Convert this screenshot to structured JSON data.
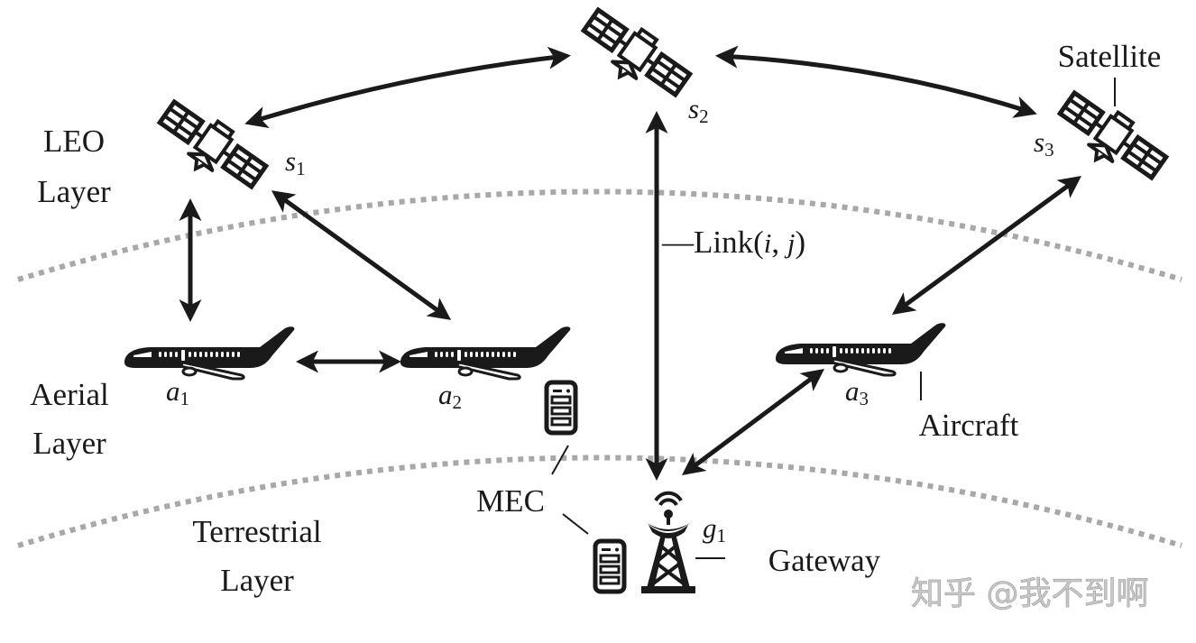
{
  "layers": {
    "leo": [
      "LEO",
      "Layer"
    ],
    "aerial": [
      "Aerial",
      "Layer"
    ],
    "terrestrial": [
      "Terrestrial",
      "Layer"
    ]
  },
  "nodes": {
    "satellites": [
      {
        "id": "s1",
        "symbol": "s",
        "sub": "1"
      },
      {
        "id": "s2",
        "symbol": "s",
        "sub": "2"
      },
      {
        "id": "s3",
        "symbol": "s",
        "sub": "3"
      }
    ],
    "aircraft": [
      {
        "id": "a1",
        "symbol": "a",
        "sub": "1"
      },
      {
        "id": "a2",
        "symbol": "a",
        "sub": "2"
      },
      {
        "id": "a3",
        "symbol": "a",
        "sub": "3"
      }
    ],
    "gateways": [
      {
        "id": "g1",
        "symbol": "g",
        "sub": "1"
      }
    ]
  },
  "annotations": {
    "satellite": "Satellite",
    "aircraft": "Aircraft",
    "mec": "MEC",
    "gateway": "Gateway",
    "link_prefix": "—Link(",
    "link_i": "i",
    "link_comma": ", ",
    "link_j": "j",
    "link_suffix": ")"
  },
  "links": [
    [
      "s1",
      "s2"
    ],
    [
      "s2",
      "s3"
    ],
    [
      "s1",
      "a1"
    ],
    [
      "s1",
      "a2"
    ],
    [
      "a1",
      "a2"
    ],
    [
      "s2",
      "g1"
    ],
    [
      "s3",
      "a3"
    ],
    [
      "a3",
      "g1"
    ]
  ],
  "icons": {
    "satellite": "satellite-icon",
    "aircraft": "airplane-icon",
    "server": "server-icon",
    "tower": "antenna-tower-icon"
  },
  "watermark": "知乎 @我不到啊",
  "colors": {
    "ink": "#1a1a1a",
    "layer_boundary": "#a8a8a8",
    "watermark": "#c8c8c8"
  }
}
